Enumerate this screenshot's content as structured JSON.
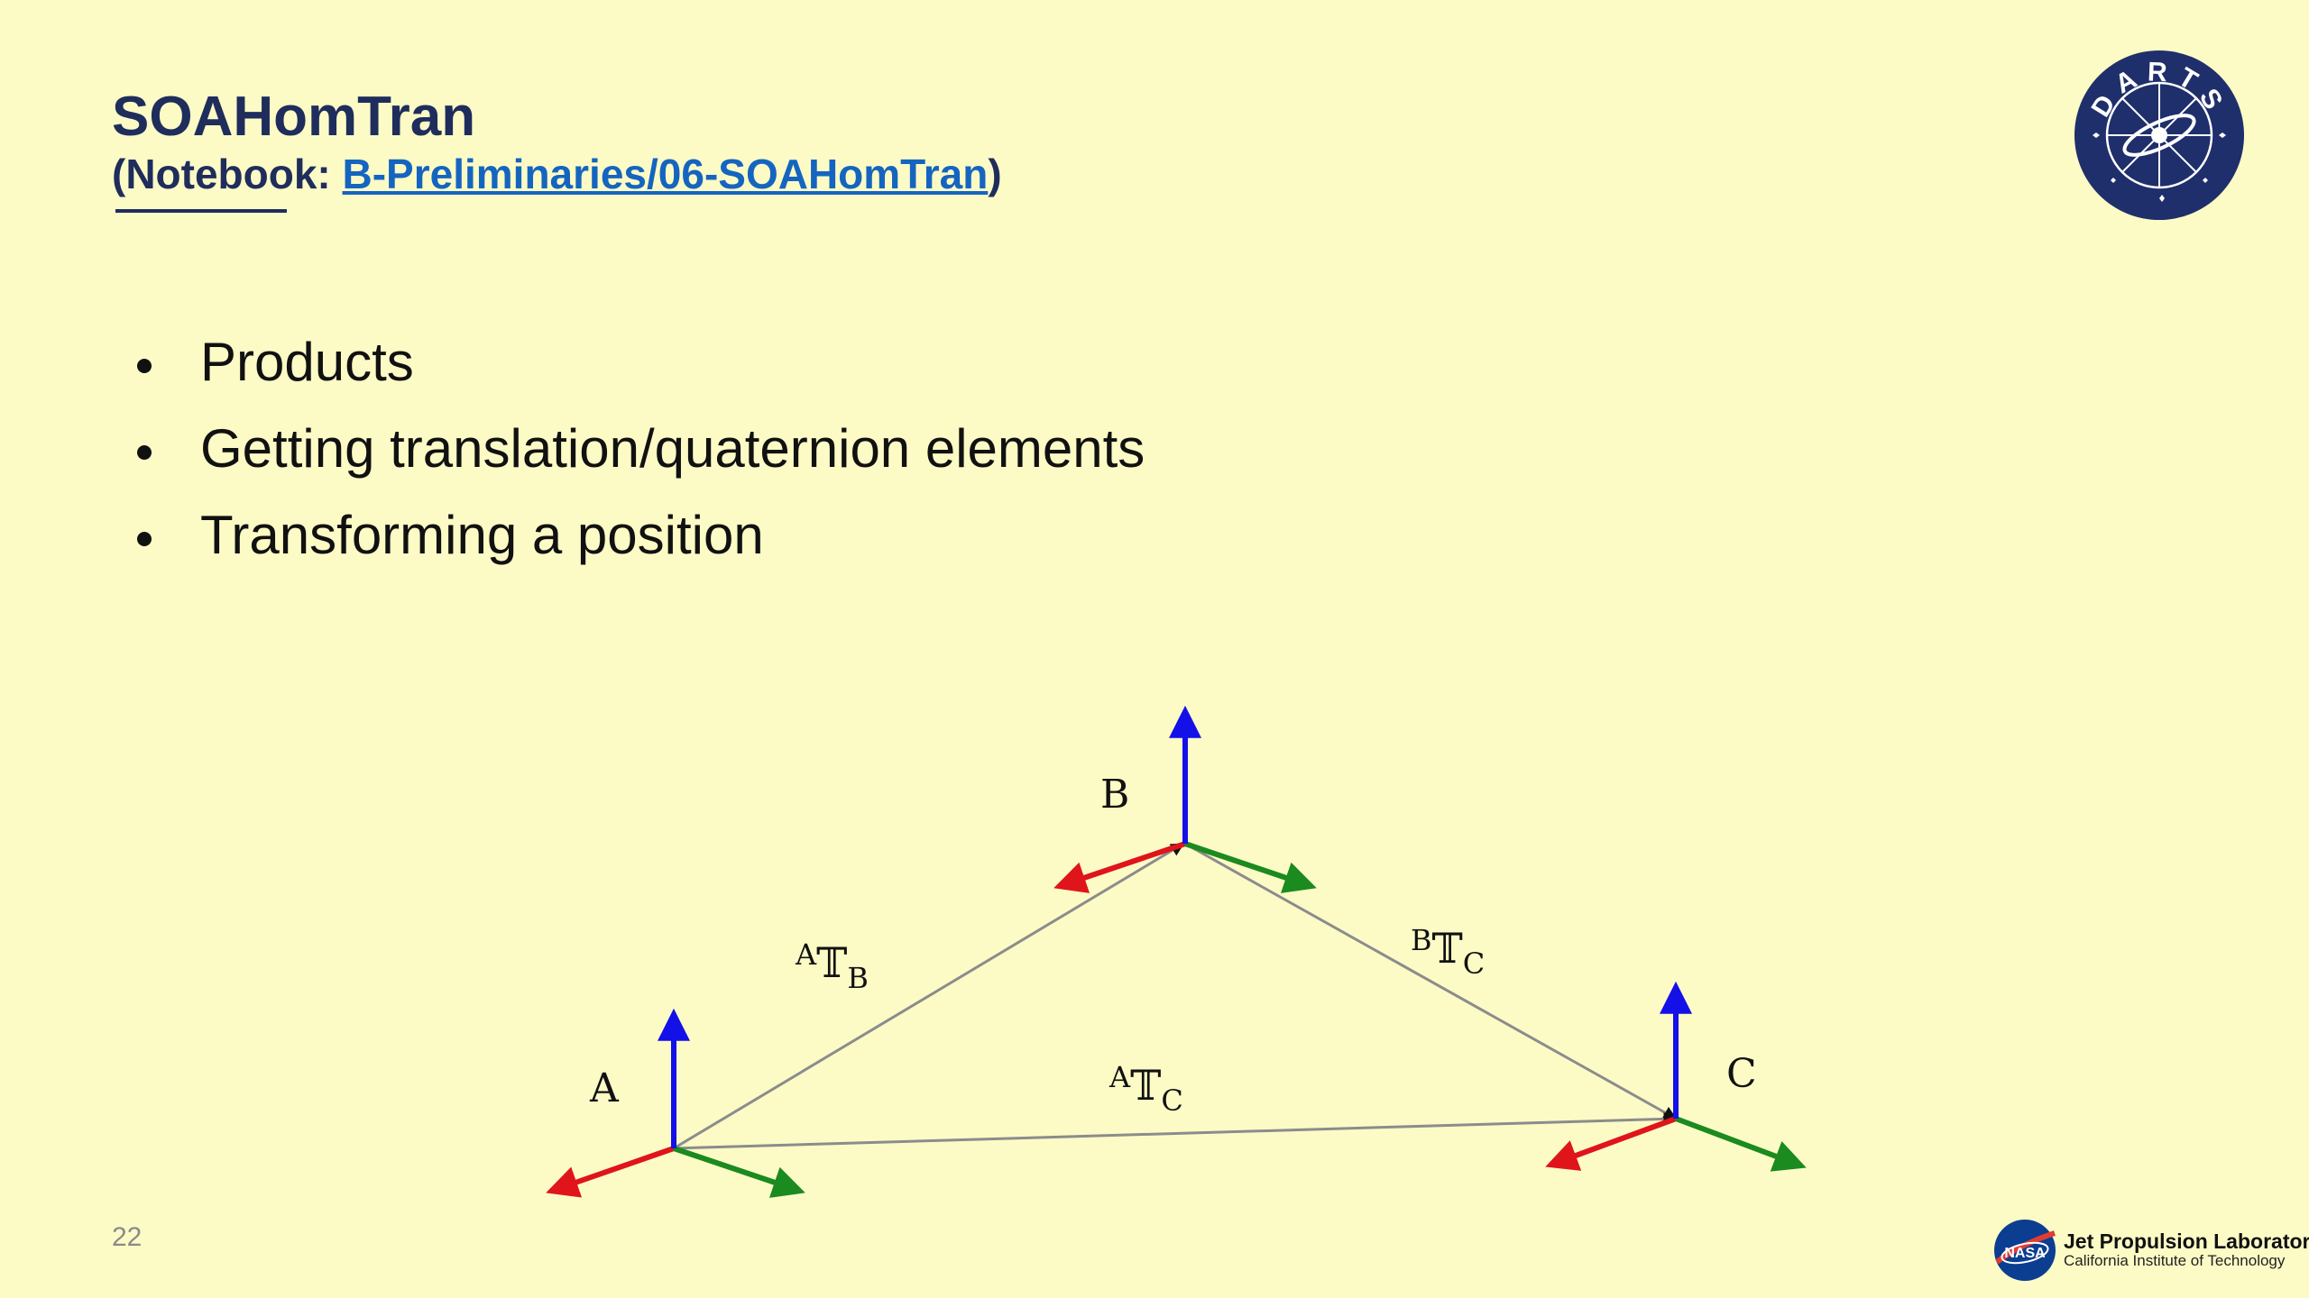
{
  "header": {
    "title": "SOAHomTran",
    "subtitle_open": "(Notebook: ",
    "subtitle_link": "B-Preliminaries/06-SOAHomTran",
    "subtitle_close": ")"
  },
  "bullets": [
    "Products",
    "Getting translation/quaternion elements",
    "Transforming a position"
  ],
  "diagram": {
    "frames": {
      "a": "A",
      "b": "B",
      "c": "C"
    },
    "transforms": {
      "ab": {
        "sup": "A",
        "sym": "𝕋",
        "sub": "B"
      },
      "bc": {
        "sup": "B",
        "sym": "𝕋",
        "sub": "C"
      },
      "ac": {
        "sup": "A",
        "sym": "𝕋",
        "sub": "C"
      }
    },
    "colors": {
      "x_axis": "#e0141b",
      "y_axis": "#1b8a1f",
      "z_axis": "#1410e8",
      "edge": "#8c8c8c"
    }
  },
  "footer": {
    "page_number": "22",
    "logo_darts_text": "DARTS",
    "logo_nasa_text": "NASA",
    "jpl_name": "Jet Propulsion Laboratory",
    "jpl_institute": "California Institute of Technology"
  }
}
